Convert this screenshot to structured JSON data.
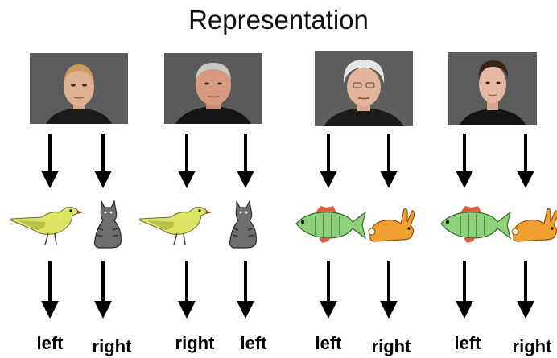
{
  "title": "Representation",
  "people": [
    {
      "icon": "woman-portrait-photo"
    },
    {
      "icon": "older-man-portrait-photo"
    },
    {
      "icon": "older-woman-portrait-photo"
    },
    {
      "icon": "young-man-portrait-photo"
    }
  ],
  "animals": [
    "bird",
    "cat",
    "bird",
    "cat",
    "fish",
    "rabbit",
    "fish",
    "rabbit"
  ],
  "labels": [
    "left",
    "right",
    "right",
    "left",
    "left",
    "right",
    "left",
    "right"
  ],
  "colors": {
    "photo_background": "#5a5a5a",
    "bird": "#d9e060",
    "cat": "#6b6b6b",
    "fish": "#8fd17a",
    "rabbit": "#f0a030"
  }
}
